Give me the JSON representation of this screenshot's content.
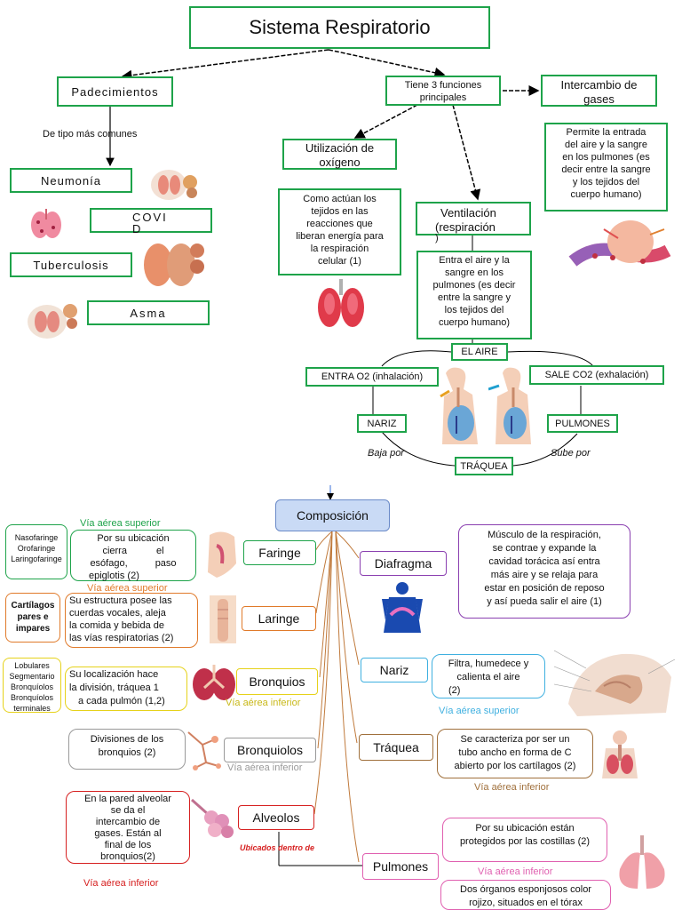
{
  "title": "Sistema Respiratorio",
  "top": {
    "padecimientos": "Padecimientos",
    "de_tipo": "De tipo más comunes",
    "neumonia": "Neumonía",
    "covid_l1": "COVI",
    "covid_l2": "D",
    "tuberculosis": "Tuberculosis",
    "asma": "Asma",
    "funciones_l1": "Tiene 3 funciones",
    "funciones_l2": "principales",
    "intercambio_l1": "Intercambio de",
    "intercambio_l2": "gases",
    "intercambio_desc": [
      "Permite la entrada",
      "del aire y la sangre",
      "en los pulmones (es",
      "decir entre la sangre",
      "y los tejidos del",
      "cuerpo humano)"
    ],
    "utilizacion_l1": "Utilización de",
    "utilizacion_l2": "oxígeno",
    "utilizacion_desc": [
      "Como actúan los",
      "tejidos en las",
      "reacciones que",
      "liberan energía para",
      "la respiración",
      "celular (1)"
    ],
    "ventilacion_l1": "Ventilación",
    "ventilacion_l2": "(respiración",
    "ventilacion_l3": ")",
    "ventilacion_desc": [
      "Entra el aire y la",
      "sangre en los",
      "pulmones (es decir",
      "entre la sangre y",
      "los tejidos del",
      "cuerpo humano)"
    ],
    "el_aire": "EL AIRE",
    "entra": "ENTRA O2 (inhalación)",
    "sale": "SALE CO2 (exhalación)",
    "nariz": "NARIZ",
    "pulmones": "PULMONES",
    "traquea": "TRÁQUEA",
    "baja_por": "Baja por",
    "sube_por": "Sube por"
  },
  "bottom": {
    "composicion": "Composición",
    "faringe": "Faringe",
    "faringe_tag": "Vía aérea superior",
    "faringe_side": [
      "Nasofaringe",
      "Orofaringe",
      "Laringofaringe"
    ],
    "faringe_desc": [
      "Por su ubicación",
      "cierra el",
      "esófago, paso",
      "epiglotis (2)"
    ],
    "laringe": "Laringe",
    "laringe_tag": "Vía aérea superior",
    "laringe_side": [
      "Cartílagos",
      "pares e",
      "impares"
    ],
    "laringe_desc": [
      "Su estructura posee las",
      "cuerdas vocales, aleja",
      "la comida y bebida de",
      "las vías respiratorias (2)"
    ],
    "bronquios": "Bronquios",
    "bronquios_tag": "Vía aérea inferior",
    "bronquios_side": [
      "Lobulares",
      "Segmentario",
      "Bronquíolos",
      "Bronquíolos",
      "terminales"
    ],
    "bronquios_desc": [
      "Su localización hace",
      "la división, tráquea 1",
      "a cada pulmón (1,2)"
    ],
    "bronquiolos": "Bronquiolos",
    "bronquiolos_tag": "Vía aérea inferior",
    "bronquiolos_desc": [
      "Divisiones de los",
      "bronquios (2)"
    ],
    "alveolos": "Alveolos",
    "alveolos_tag": "Vía aérea inferior",
    "alveolos_desc": [
      "En la pared alveolar",
      "se da el",
      "intercambio de",
      "gases. Están al",
      "final de los",
      "bronquios(2)"
    ],
    "ubicados": "Ubicados dentro de",
    "diafragma": "Diafragma",
    "diafragma_desc": [
      "Músculo de la respiración,",
      "se contrae y expande la",
      "cavidad torácica así entra",
      "más aire y se relaja para",
      "estar en posición de reposo",
      "y así pueda salir el aire (1)"
    ],
    "nariz": "Nariz",
    "nariz_tag": "Vía aérea superior",
    "nariz_desc": [
      "Filtra, humedece y",
      "calienta el aire",
      "(2)"
    ],
    "traquea": "Tráquea",
    "traquea_tag": "Vía aérea inferior",
    "traquea_desc": [
      "Se caracteriza por ser un",
      "tubo ancho en forma de C",
      "abierto por los cartílagos (2)"
    ],
    "pulmones": "Pulmones",
    "pulmones_tag": "Vía aérea inferior",
    "pulmones_desc1": [
      "Por su ubicación están",
      "protegidos por las costillas (2)"
    ],
    "pulmones_desc2": [
      "Dos órganos esponjosos color",
      "rojizo, situados en el tórax"
    ]
  },
  "colors": {
    "green": "#1ea34a",
    "violet": "#8a3fb0",
    "orange": "#e07a2a",
    "yellow": "#e6d21a",
    "cyan": "#3fb0e0",
    "brown": "#a0703c",
    "red": "#d62020",
    "pink": "#e060b0",
    "gray": "#999999",
    "blue_fill": "#c9daf5"
  }
}
